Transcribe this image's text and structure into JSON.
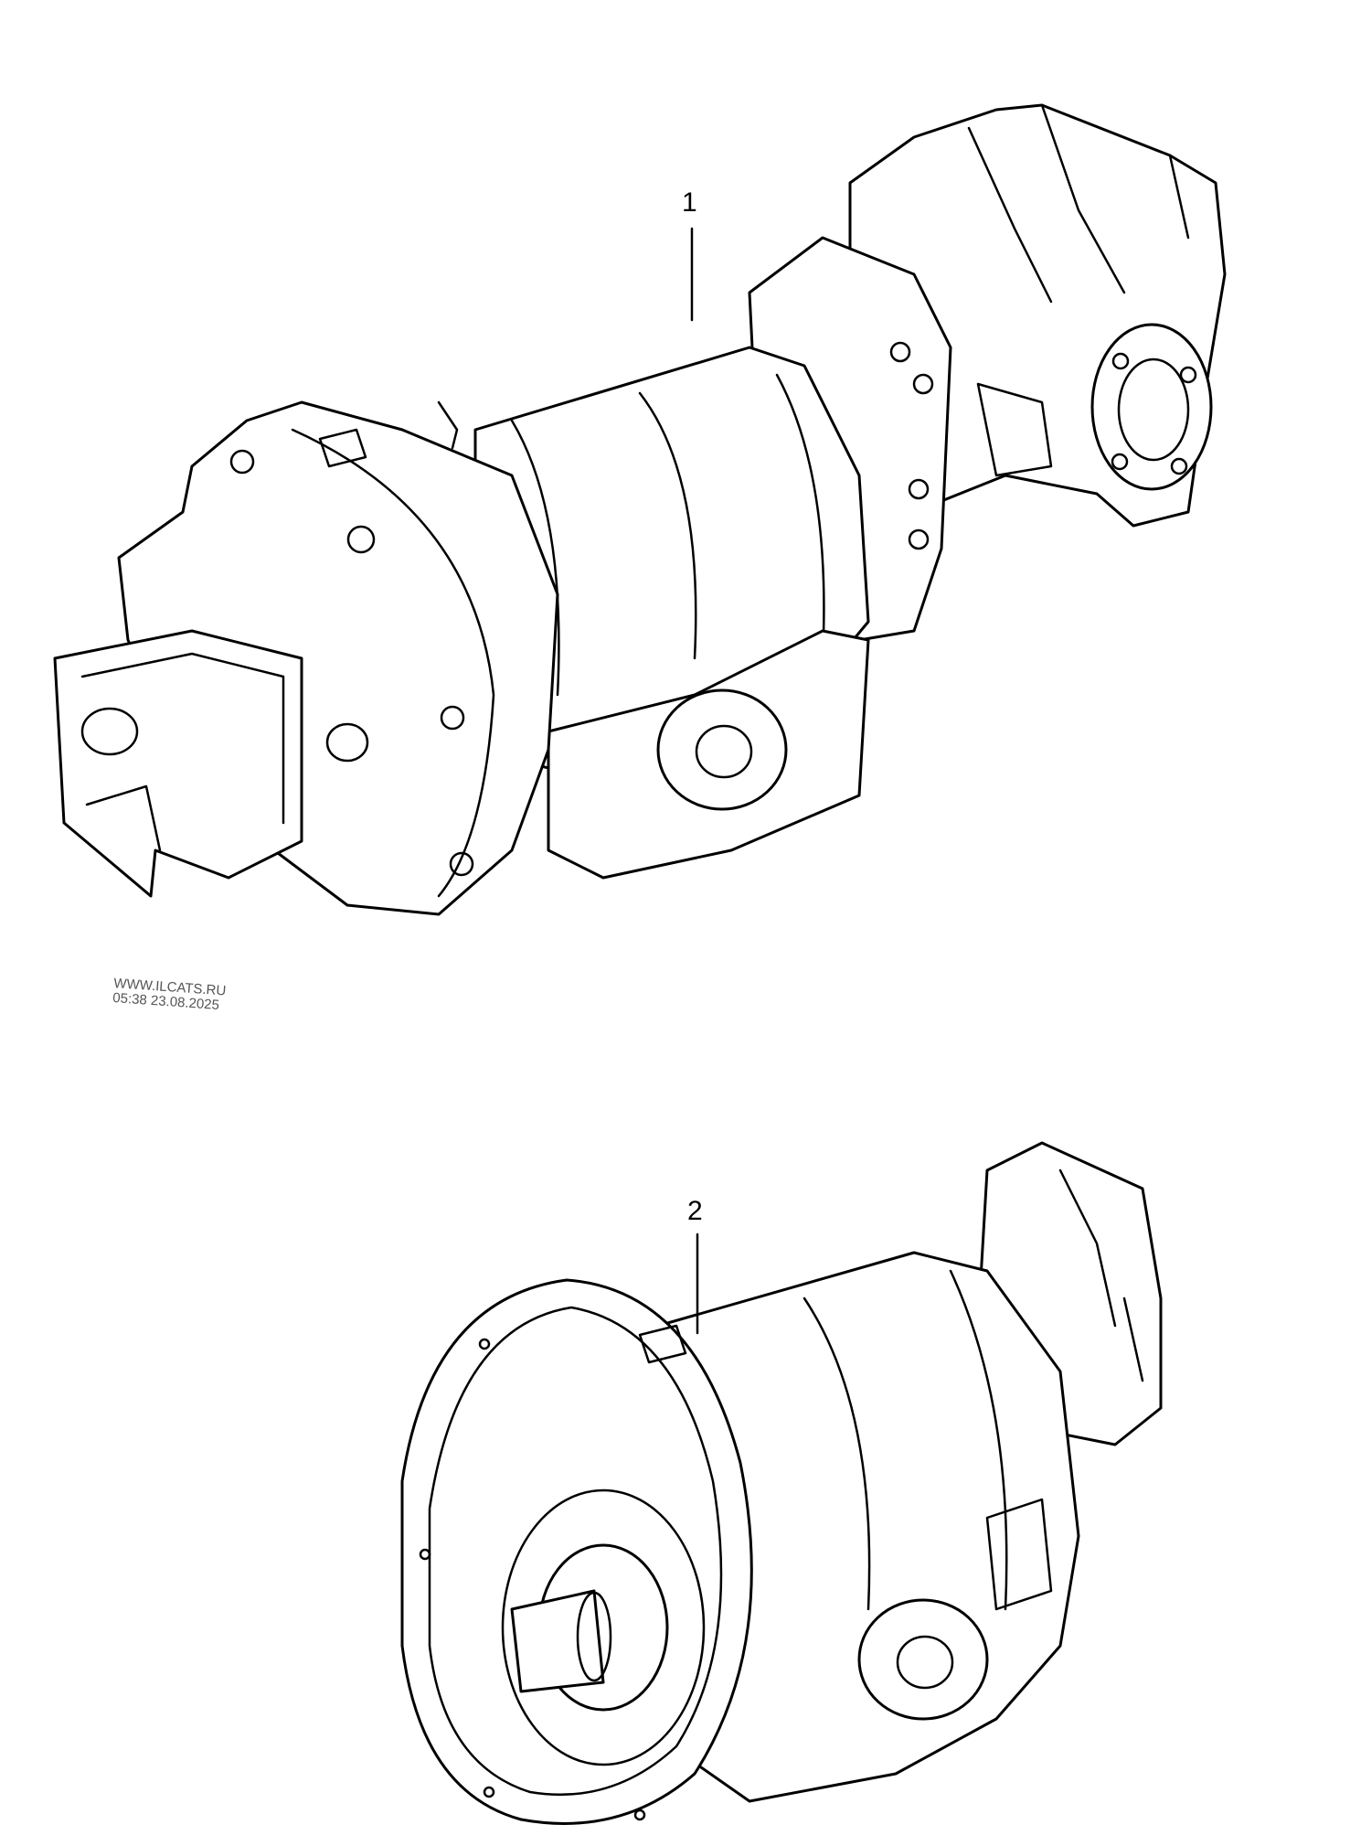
{
  "callouts": [
    {
      "label": "1"
    },
    {
      "label": "2"
    }
  ],
  "watermark": {
    "site": "WWW.ILCATS.RU",
    "timestamp": "05:38 23.08.2025"
  }
}
